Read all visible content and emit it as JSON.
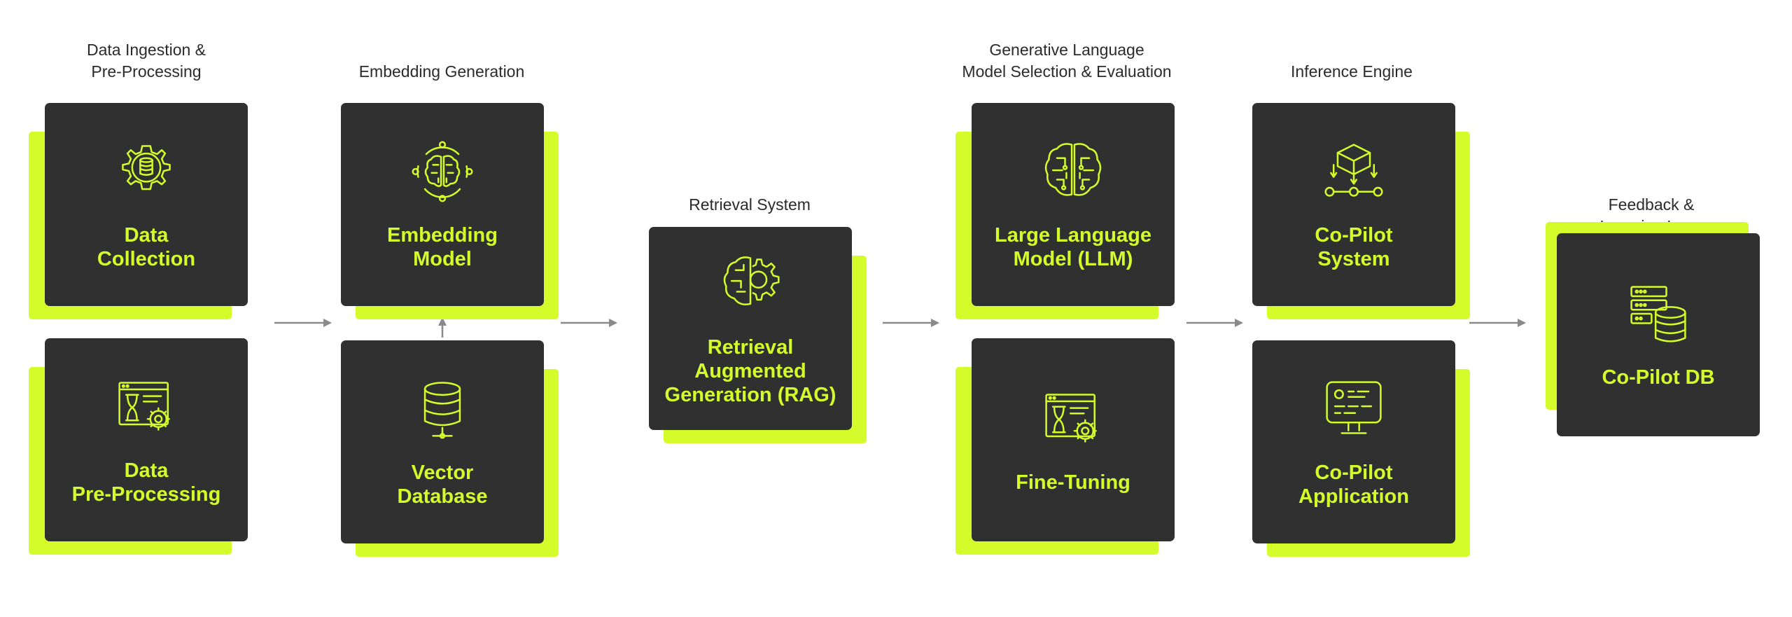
{
  "stages": {
    "ingestion": "Data Ingestion &\nPre-Processing",
    "embedding": "Embedding Generation",
    "retrieval": "Retrieval System",
    "generative": "Generative Language\nModel Selection & Evaluation",
    "inference": "Inference Engine",
    "feedback": "Feedback & Learning Loop"
  },
  "cards": {
    "data_collection": "Data\nCollection",
    "data_preprocessing": "Data\nPre-Processing",
    "embedding_model": "Embedding\nModel",
    "vector_database": "Vector\nDatabase",
    "rag": "Retrieval\nAugmented\nGeneration (RAG)",
    "llm": "Large Language\nModel (LLM)",
    "fine_tuning": "Fine-Tuning",
    "copilot_system": "Co-Pilot\nSystem",
    "copilot_application": "Co-Pilot\nApplication",
    "copilot_db": "Co-Pilot DB"
  },
  "icons": {
    "data_collection": "gear-database-icon",
    "data_preprocessing": "hourglass-gear-window-icon",
    "embedding_model": "brain-cycle-icon",
    "vector_database": "database-icon",
    "rag": "brain-gear-icon",
    "llm": "circuit-brain-icon",
    "fine_tuning": "hourglass-gear-window-icon",
    "copilot_system": "cube-network-icon",
    "copilot_application": "monitor-app-icon",
    "copilot_db": "server-database-icon"
  },
  "colors": {
    "accent": "#d4fc2a",
    "card": "#303030",
    "arrow": "#8a8a8a",
    "label": "#2b2b2b"
  }
}
